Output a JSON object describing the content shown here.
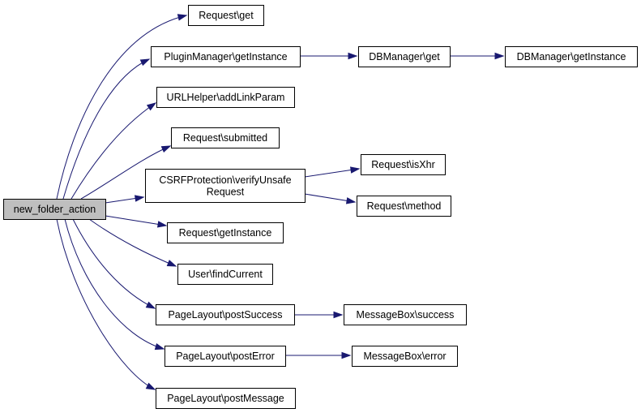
{
  "diagram": {
    "type": "call-graph",
    "colors": {
      "edge": "#191970",
      "root_fill": "#bfbfbf",
      "node_fill": "#ffffff",
      "node_border": "#000000"
    },
    "nodes": [
      {
        "id": "new_folder_action",
        "lines": [
          "new_folder_action"
        ],
        "root": true
      },
      {
        "id": "request_get",
        "lines": [
          "Request\\get"
        ]
      },
      {
        "id": "pluginmanager_getinstance",
        "lines": [
          "PluginManager\\getInstance"
        ]
      },
      {
        "id": "dbmanager_get",
        "lines": [
          "DBManager\\get"
        ]
      },
      {
        "id": "dbmanager_getinstance",
        "lines": [
          "DBManager\\getInstance"
        ]
      },
      {
        "id": "urlhelper_addlinkparam",
        "lines": [
          "URLHelper\\addLinkParam"
        ]
      },
      {
        "id": "request_submitted",
        "lines": [
          "Request\\submitted"
        ]
      },
      {
        "id": "csrfprotection_verifyunsaferequest",
        "lines": [
          "CSRFProtection\\verifyUnsafe",
          "Request"
        ]
      },
      {
        "id": "request_isxhr",
        "lines": [
          "Request\\isXhr"
        ]
      },
      {
        "id": "request_method",
        "lines": [
          "Request\\method"
        ]
      },
      {
        "id": "request_getinstance",
        "lines": [
          "Request\\getInstance"
        ]
      },
      {
        "id": "user_findcurrent",
        "lines": [
          "User\\findCurrent"
        ]
      },
      {
        "id": "pagelayout_postsuccess",
        "lines": [
          "PageLayout\\postSuccess"
        ]
      },
      {
        "id": "messagebox_success",
        "lines": [
          "MessageBox\\success"
        ]
      },
      {
        "id": "pagelayout_posterror",
        "lines": [
          "PageLayout\\postError"
        ]
      },
      {
        "id": "messagebox_error",
        "lines": [
          "MessageBox\\error"
        ]
      },
      {
        "id": "pagelayout_postmessage",
        "lines": [
          "PageLayout\\postMessage"
        ]
      }
    ],
    "edges": [
      {
        "from": "new_folder_action",
        "to": "request_get"
      },
      {
        "from": "new_folder_action",
        "to": "pluginmanager_getinstance"
      },
      {
        "from": "new_folder_action",
        "to": "urlhelper_addlinkparam"
      },
      {
        "from": "new_folder_action",
        "to": "request_submitted"
      },
      {
        "from": "new_folder_action",
        "to": "csrfprotection_verifyunsaferequest"
      },
      {
        "from": "new_folder_action",
        "to": "request_getinstance"
      },
      {
        "from": "new_folder_action",
        "to": "user_findcurrent"
      },
      {
        "from": "new_folder_action",
        "to": "pagelayout_postsuccess"
      },
      {
        "from": "new_folder_action",
        "to": "pagelayout_posterror"
      },
      {
        "from": "new_folder_action",
        "to": "pagelayout_postmessage"
      },
      {
        "from": "pluginmanager_getinstance",
        "to": "dbmanager_get"
      },
      {
        "from": "dbmanager_get",
        "to": "dbmanager_getinstance"
      },
      {
        "from": "csrfprotection_verifyunsaferequest",
        "to": "request_isxhr"
      },
      {
        "from": "csrfprotection_verifyunsaferequest",
        "to": "request_method"
      },
      {
        "from": "pagelayout_postsuccess",
        "to": "messagebox_success"
      },
      {
        "from": "pagelayout_posterror",
        "to": "messagebox_error"
      }
    ]
  }
}
